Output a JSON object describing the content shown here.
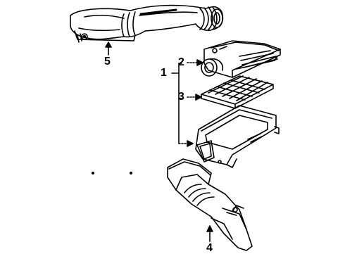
{
  "diagram": {
    "callouts": [
      {
        "id": "c1",
        "label": "1"
      },
      {
        "id": "c2",
        "label": "2"
      },
      {
        "id": "c3",
        "label": "3"
      },
      {
        "id": "c4",
        "label": "4"
      },
      {
        "id": "c5",
        "label": "5"
      }
    ],
    "colors": {
      "ink": "#000000",
      "paper": "#ffffff"
    }
  }
}
